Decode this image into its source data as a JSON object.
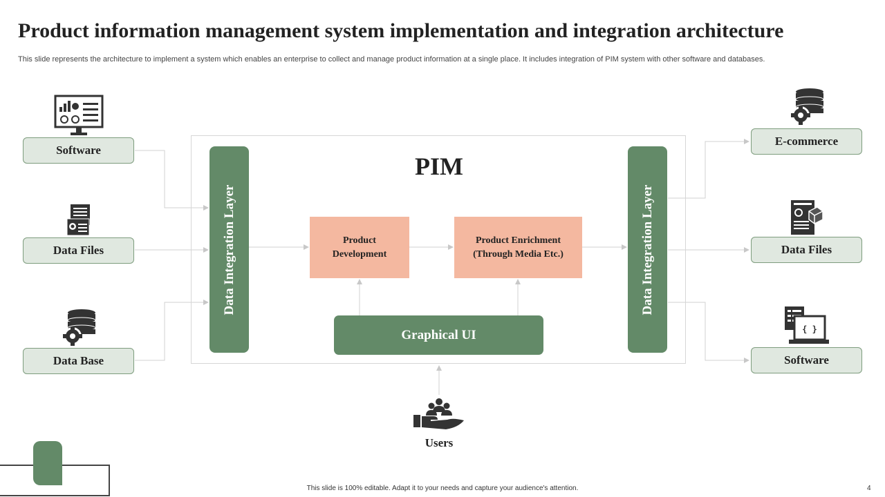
{
  "title": "Product information management system implementation and integration architecture",
  "subtitle": "This slide represents the architecture to implement a system which enables an enterprise to collect and manage product information at a single place. It includes integration of PIM system with other software and databases.",
  "pim": {
    "title": "PIM"
  },
  "left_sources": [
    {
      "label": "Software",
      "icon": "monitor-chart-icon"
    },
    {
      "label": "Data Files",
      "icon": "documents-icon"
    },
    {
      "label": "Data Base",
      "icon": "database-gear-icon"
    }
  ],
  "right_targets": [
    {
      "label": "E-commerce",
      "icon": "database-gear-icon"
    },
    {
      "label": "Data Files",
      "icon": "document-box-icon"
    },
    {
      "label": "Software",
      "icon": "laptop-code-icon"
    }
  ],
  "layers": {
    "left": "Data Integration  Layer",
    "right": "Data Integration  Layer"
  },
  "process": {
    "product_development": "Product\nDevelopment",
    "product_enrichment": "Product  Enrichment\n(Through  Media Etc.)",
    "graphical_ui": "Graphical  UI"
  },
  "users": {
    "label": "Users",
    "icon": "users-hand-icon"
  },
  "footer": "This slide is 100% editable.  Adapt it to your needs and capture your audience's attention.",
  "page_number": "4",
  "colors": {
    "green": "#638a68",
    "light_green": "#e0e8e0",
    "peach": "#f4b8a0",
    "connector": "#cccccc"
  }
}
